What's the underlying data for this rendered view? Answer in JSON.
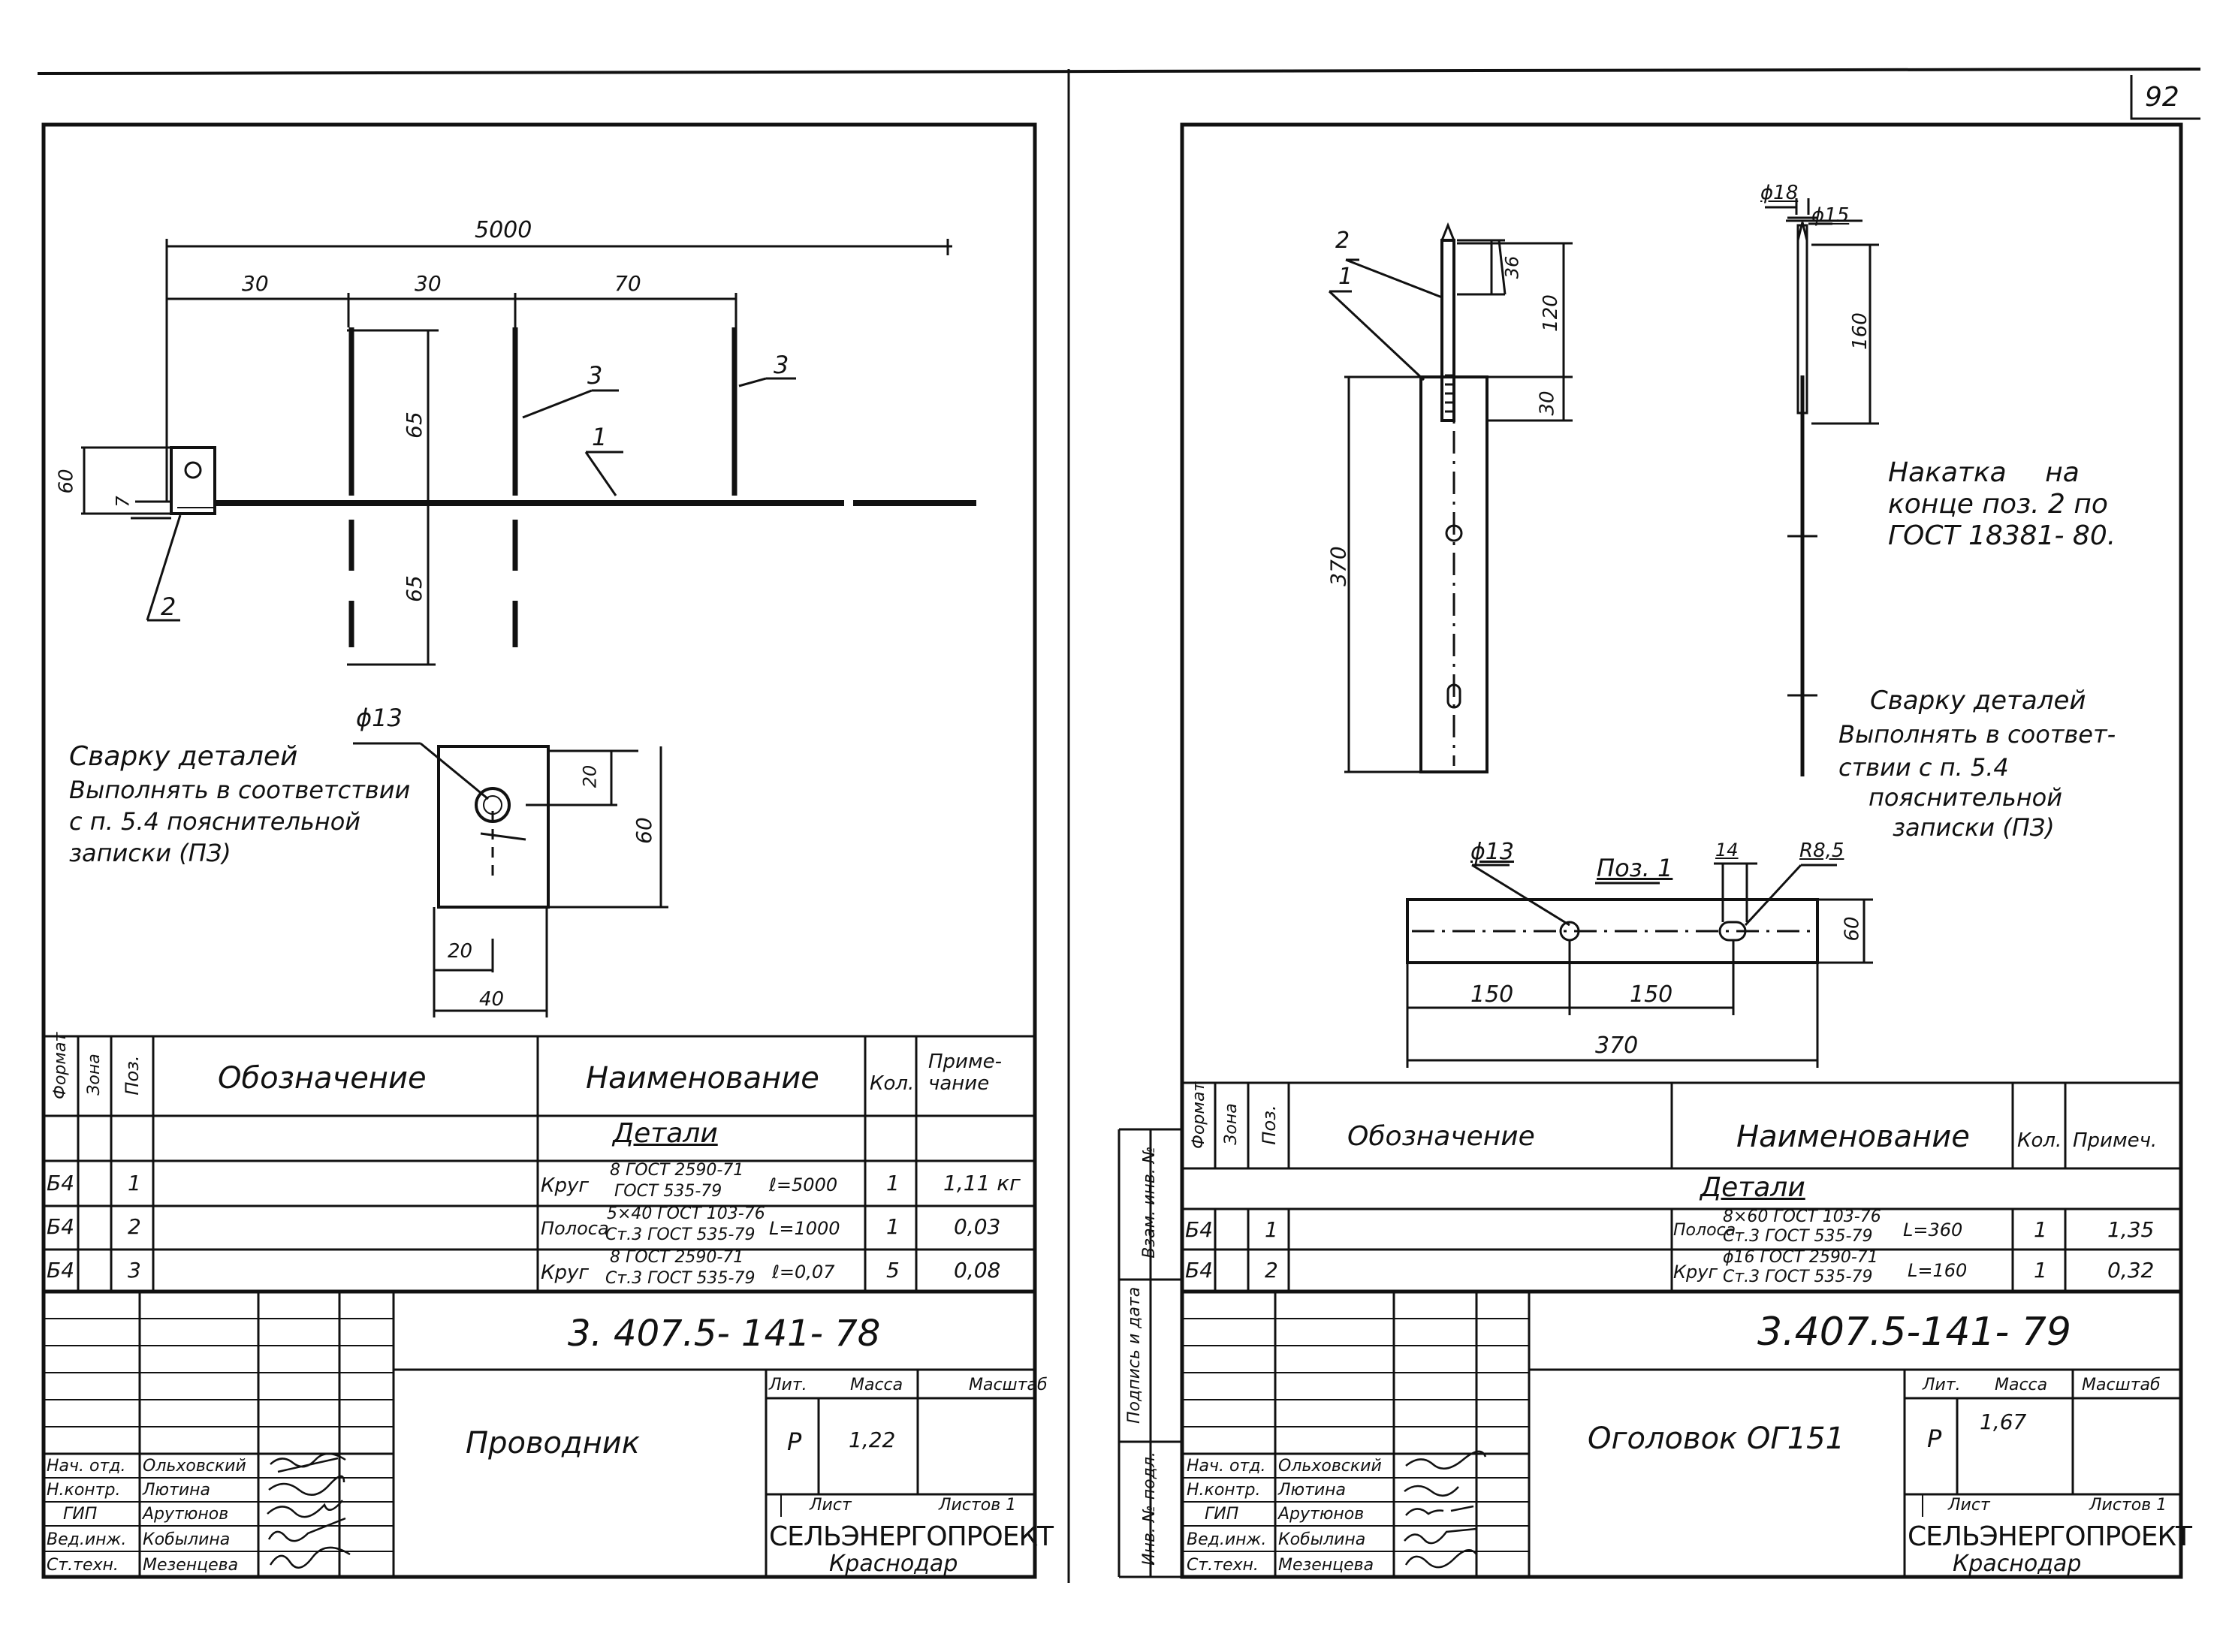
{
  "page_number": "92",
  "left": {
    "dims": {
      "total": "5000",
      "seg_a": "30",
      "seg_b": "30",
      "seg_c": "70",
      "h60": "60",
      "h7": "7",
      "up65": "65",
      "down65": "65",
      "callout_3a": "3",
      "callout_3b": "3",
      "callout_1": "1",
      "callout_2": "2",
      "hole": "ϕ13",
      "plate_20v": "20",
      "plate_60": "60",
      "plate_20h": "20",
      "plate_40": "40"
    },
    "note_lines": [
      "Сварку деталей",
      "Выполнять в соответствии",
      "с п. 5.4 пояснительной",
      "записки (ПЗ)"
    ],
    "spec": {
      "headers": {
        "format": "Формат",
        "zone": "Зона",
        "pos": "Поз.",
        "designation": "Обозначение",
        "name": "Наименование",
        "qty": "Кол.",
        "note": "Приме-чание"
      },
      "section": "Детали",
      "rows": [
        {
          "format": "Б4",
          "pos": "1",
          "name": "Круг",
          "frac_top": "8 ГОСТ 2590-71",
          "frac_bot": "ГОСТ 535-79",
          "len": "ℓ=5000",
          "qty": "1",
          "note": "1,11 кг"
        },
        {
          "format": "Б4",
          "pos": "2",
          "name": "Полоса",
          "frac_top": "5×40 ГОСТ 103-76",
          "frac_bot": "Ст.3 ГОСТ 535-79",
          "len": "L=1000",
          "qty": "1",
          "note": "0,03"
        },
        {
          "format": "Б4",
          "pos": "3",
          "name": "Круг",
          "frac_top": "8 ГОСТ 2590-71",
          "frac_bot": "Ст.3 ГОСТ 535-79",
          "len": "ℓ=0,07",
          "qty": "5",
          "note": "0,08"
        }
      ]
    },
    "title_block": {
      "code": "3. 407.5- 141- 78",
      "lit_label": "Лит.",
      "mass_label": "Масса",
      "scale_label": "Масштаб",
      "name": "Проводник",
      "lit": "Р",
      "mass": "1,22",
      "sheet_label": "Лист",
      "sheets_label": "Листов 1",
      "org": "СЕЛЬЭНЕРГОПРОЕКТ",
      "city": "Краснодар",
      "roles": [
        "Нач. отд.",
        "Н.контр.",
        "ГИП",
        "Вед.инж.",
        "Ст.техн."
      ],
      "names": [
        "Ольховский",
        "Лютина",
        "Арутюнов",
        "Кобылина",
        "Мезенцева"
      ]
    }
  },
  "right": {
    "dims": {
      "c2": "2",
      "c1": "1",
      "d36": "36",
      "d120": "120",
      "d30": "30",
      "d370": "370",
      "phi18": "ϕ18",
      "phi15": "ϕ15",
      "d160": "160",
      "poz": "Поз. 1",
      "phi13": "ϕ13",
      "d14": "14",
      "r85": "R8,5",
      "d60": "60",
      "d150a": "150",
      "d150b": "150",
      "d370b": "370"
    },
    "knurl_lines": [
      "Накатка на",
      "конце поз. 2 по",
      "ГОСТ 18381- 80."
    ],
    "note_lines": [
      "Сварку деталей",
      "Выполнять в соответ-",
      "ствии с п. 5.4",
      "пояснительной",
      "записки (ПЗ)"
    ],
    "side_labels": [
      "Взам. инв. №",
      "Подпись и дата",
      "Инв. № подл."
    ],
    "spec": {
      "headers": {
        "format": "Формат",
        "zone": "Зона",
        "pos": "Поз.",
        "designation": "Обозначение",
        "name": "Наименование",
        "qty": "Кол.",
        "note": "Примеч."
      },
      "section": "Детали",
      "rows": [
        {
          "format": "Б4",
          "pos": "1",
          "name": "Полоса",
          "frac_top": "8×60 ГОСТ 103-76",
          "frac_bot": "Ст.3 ГОСТ 535-79",
          "len": "L=360",
          "qty": "1",
          "note": "1,35"
        },
        {
          "format": "Б4",
          "pos": "2",
          "name": "Круг",
          "frac_top": "ϕ16 ГОСТ 2590-71",
          "frac_bot": "Ст.3 ГОСТ 535-79",
          "len": "L=160",
          "qty": "1",
          "note": "0,32"
        }
      ]
    },
    "title_block": {
      "code": "3.407.5-141- 79",
      "lit_label": "Лит.",
      "mass_label": "Масса",
      "scale_label": "Масштаб",
      "name": "Оголовок ОГ151",
      "lit": "Р",
      "mass": "1,67",
      "sheet_label": "Лист",
      "sheets_label": "Листов 1",
      "org": "СЕЛЬЭНЕРГОПРОЕКТ",
      "city": "Краснодар",
      "roles": [
        "Нач. отд.",
        "Н.контр.",
        "ГИП",
        "Вед.инж.",
        "Ст.техн."
      ],
      "names": [
        "Ольховский",
        "Лютина",
        "Арутюнов",
        "Кобылина",
        "Мезенцева"
      ]
    }
  }
}
